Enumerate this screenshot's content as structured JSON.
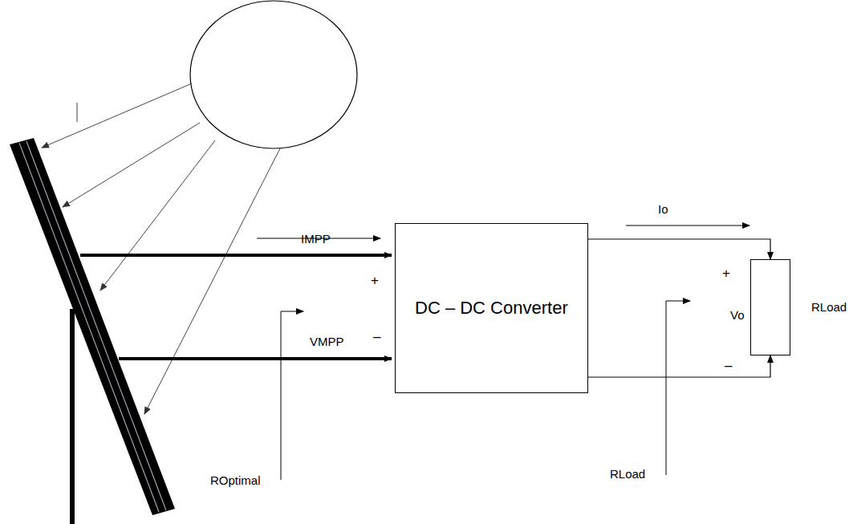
{
  "diagram": {
    "nodes": [
      {
        "text": [
          "DC – DC Converter"
        ]
      },
      {
        "text": [
          "RLoad"
        ]
      }
    ],
    "edges": [
      {
        "from": 0,
        "to": 1,
        "arrow": "to"
      },
      {
        "from": 0,
        "to": 1,
        "arrow": "to"
      }
    ],
    "labels": [
      "IMPP",
      "+",
      "VMPP",
      "–",
      "ROptimal",
      "Io",
      "+",
      "Vo",
      "–",
      "RLoad"
    ]
  }
}
